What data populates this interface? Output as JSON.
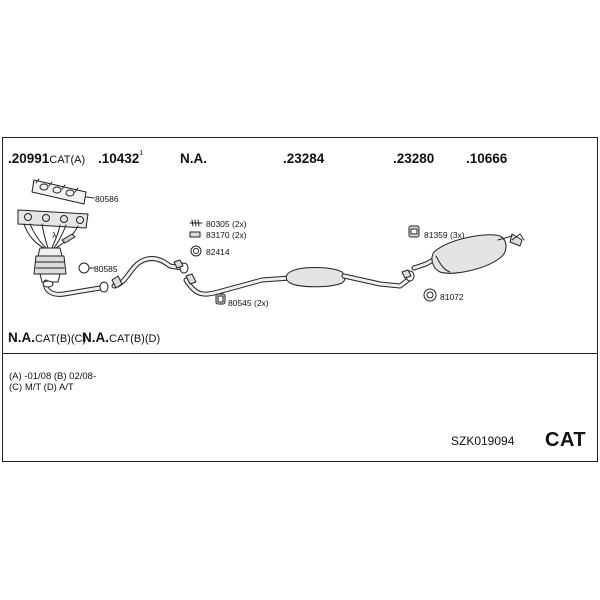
{
  "header_parts": [
    {
      "number": ".20991",
      "suffix": "CAT(A)",
      "sup": ""
    },
    {
      "number": ".10432",
      "suffix": "",
      "sup": "1"
    },
    {
      "number": "N.A.",
      "suffix": "",
      "sup": ""
    },
    {
      "number": ".23284",
      "suffix": "",
      "sup": ""
    },
    {
      "number": ".23280",
      "suffix": "",
      "sup": ""
    },
    {
      "number": ".10666",
      "suffix": "",
      "sup": ""
    }
  ],
  "component_labels": {
    "gasket_manifold": "80586",
    "gasket_front": "80585",
    "bolt": "80305 (2x)",
    "spring": "83170 (2x)",
    "ring": "82414",
    "hanger_mid": "80545 (2x)",
    "clamp_rear": "81359 (3x)",
    "ring_rear": "81072"
  },
  "variants": [
    {
      "label": "N.A.",
      "suffix": "CAT(B)(C)"
    },
    {
      "label": "N.A.",
      "suffix": "CAT(B)(D)"
    }
  ],
  "notes": [
    "(A) -01/08 (B) 02/08-",
    "(C) M/T (D) A/T"
  ],
  "kit_code": "SZK019094",
  "category": "CAT"
}
